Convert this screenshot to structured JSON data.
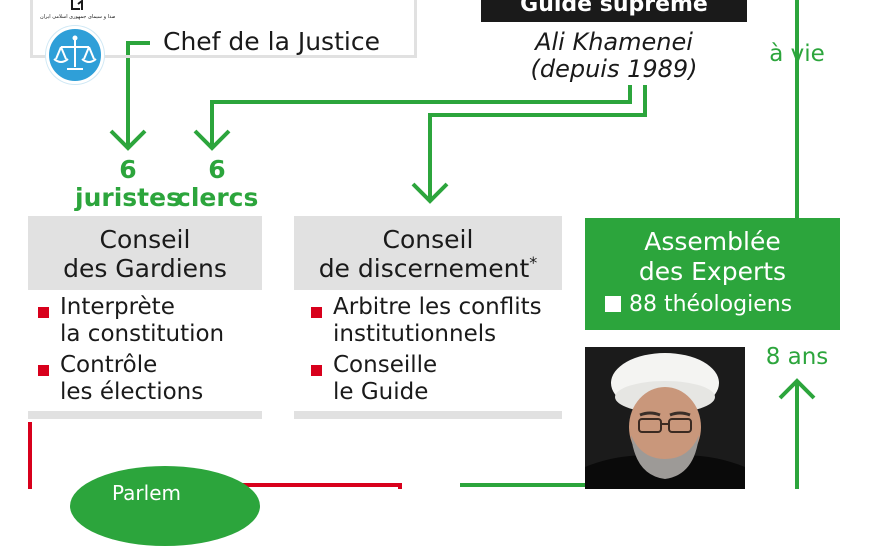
{
  "top_left_box": {
    "seal_text": "صدا و سیمای جمهوری اسلامی ایران",
    "label": "Chef de la Justice"
  },
  "guide": {
    "title": "Guide suprême",
    "name": "Ali Khamenei",
    "since": "(depuis 1989)"
  },
  "term_life": "à vie",
  "term_8": "8 ans",
  "appointments": {
    "jurists": {
      "count": "6",
      "label": "juristes"
    },
    "clerics": {
      "count": "6",
      "label": "clercs"
    }
  },
  "gardiens": {
    "title_line1": "Conseil",
    "title_line2": "des Gardiens",
    "bullets": [
      {
        "line1": "Interprète",
        "line2": "la constitution"
      },
      {
        "line1": "Contrôle",
        "line2": "les élections"
      }
    ]
  },
  "discernement": {
    "title_line1": "Conseil",
    "title_line2": "de discernement",
    "asterisk": "*",
    "bullets": [
      {
        "line1": "Arbitre les conflits",
        "line2": "institutionnels"
      },
      {
        "line1": "Conseille",
        "line2": "le Guide"
      }
    ]
  },
  "experts": {
    "title_line1": "Assemblée",
    "title_line2": "des Experts",
    "detail": "88 théologiens"
  },
  "parliament_partial": "Parlem",
  "colors": {
    "green": "#2ca53c",
    "red": "#d8001c",
    "gray_box": "#e1e1e1",
    "dark": "#1a1a1a"
  },
  "icons": {
    "seal": "justice-seal-icon",
    "scales": "scales-of-justice-icon",
    "photo": "president-portrait"
  }
}
